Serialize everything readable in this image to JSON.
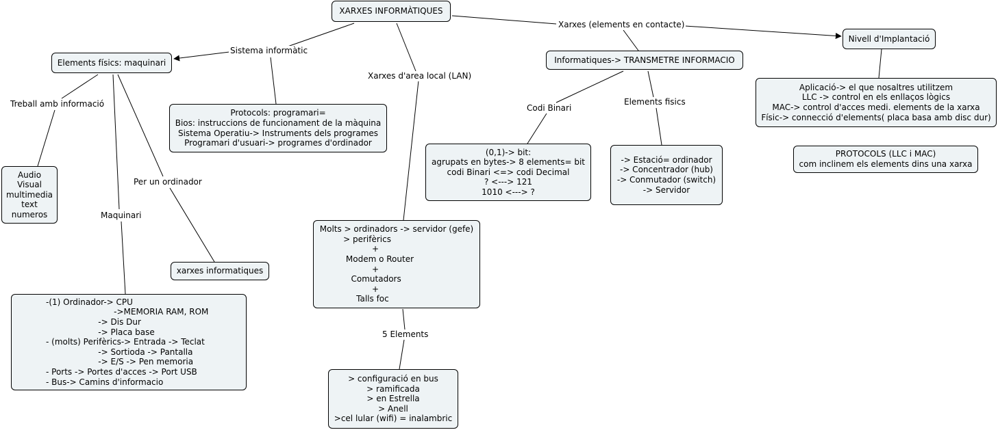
{
  "diagram": {
    "concepts": {
      "xarxes_informatiques": "XARXES INFORMÀTIQUES",
      "elements_fisics": "Elements físics: maquinari",
      "audio": "Audio\nVisual\nmultimedia\ntext\nnumeros",
      "protocols_programari": "Protocols: programari=\nBios: instruccions de funcionament de la màquina\nSistema Operatiu-> Instruments dels programes\nProgramari d'usuari-> programes d'ordinador",
      "xarxes_informatiques_small": "xarxes informatiques",
      "maquinari_detail": "-(1) Ordinador-> CPU\n                          ->MEMORIA RAM, ROM\n                    -> Dis Dur\n                    -> Placa base\n- (molts) Perifèrics-> Entrada -> Teclat\n                    -> Sortioda -> Pantalla\n                    -> E/S -> Pen memoria\n- Ports -> Portes d'acces -> Port USB\n- Bus-> Camins d'informacio",
      "lan_detail": "Molts > ordinadors -> servidor (gefe)\n         > perifèrics\n                    +\n          Modem o Router\n                    +\n            Comutadors\n                    +\n              Talls foc",
      "topologies": "> configuració en bus\n> ramificada\n> en Estrella\n> Anell\n>cel lular (wifi) = inalambric",
      "informatiques": "Informatiques-> TRANSMETRE INFORMACIO",
      "binari": "(0,1)-> bit:\nagrupats en bytes-> 8 elements= bit\ncodi Binari <=> codi Decimal\n? <---> 121\n1010 <---> ?",
      "estacio": "-> Estació= ordinador\n-> Concentrador (hub)\n-> Conmutador (switch)\n-> Servidor",
      "nivell": "Nivell d'Implantació",
      "aplicacio": "Aplicació-> el que nosaltres utilitzem\nLLC -> control en els enllaços lògics\nMAC-> control d'acces medi. elements de la xarxa\nFísic-> connecció d'elements( placa basa amb disc dur)",
      "protocols_llc": "PROTOCOLS (LLC i MAC)\ncom inclinem els elements dins una xarxa"
    },
    "link_labels": {
      "sistema_informatic": "Sistema informàtic",
      "xarxes_elements": "Xarxes (elements en contacte)",
      "xarxes_lan": "Xarxes d'area local (LAN)",
      "treball": "Treball amb informació",
      "maquinari": "Maquinari",
      "per_un_ordinador": "Per un ordinador",
      "codi_binari": "Codi Binari",
      "elements_fisics_lbl": "Elements fisics",
      "cinc_elements": "5 Elements"
    },
    "line_color": "#000000",
    "node_fill": "#eef3f5"
  }
}
